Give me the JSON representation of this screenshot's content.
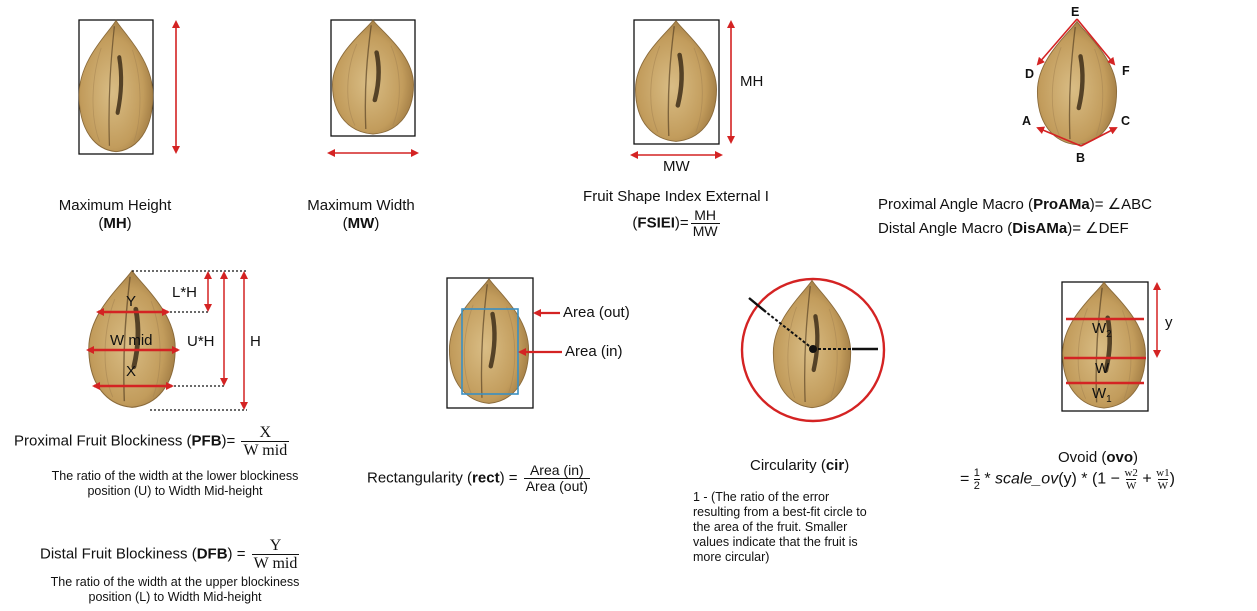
{
  "row1": {
    "mh": {
      "title": "Maximum Height",
      "abbr": "MH"
    },
    "mw": {
      "title": "Maximum Width",
      "abbr": "MW"
    },
    "fsiei": {
      "title": "Fruit Shape Index External I",
      "abbr": "FSIEI",
      "num": "MH",
      "den": "MW",
      "label_mh": "MH",
      "label_mw": "MW"
    },
    "angles": {
      "proximal_prefix": "Proximal Angle Macro (",
      "proximal_abbr": "ProAMa",
      "proximal_suffix": ")= ∠ABC",
      "distal_prefix": "Distal Angle Macro (",
      "distal_abbr": "DisAMa",
      "distal_suffix": ")= ∠DEF",
      "points": [
        "A",
        "B",
        "C",
        "D",
        "E",
        "F"
      ]
    }
  },
  "row2": {
    "block_labels": {
      "y": "Y",
      "wmid": "W mid",
      "x": "X",
      "lh": "L*H",
      "uh": "U*H",
      "h": "H"
    },
    "pfb": {
      "prefix": "Proximal Fruit Blockiness (",
      "abbr": "PFB",
      "suffix": ")=",
      "num": "X",
      "den": "W mid",
      "desc1": "The ratio of the width at the lower blockiness",
      "desc2": "position (U) to Width Mid-height"
    },
    "dfb": {
      "prefix": "Distal Fruit Blockiness (",
      "abbr": "DFB",
      "suffix": ") =",
      "num": "Y",
      "den": "W mid",
      "desc1": "The ratio of the width at the upper blockiness",
      "desc2": "position (L) to Width Mid-height"
    },
    "rect": {
      "label_out": "Area (out)",
      "label_in": "Area (in)",
      "prefix": "Rectangularity (",
      "abbr": "rect",
      "suffix": ") =",
      "num": "Area (in)",
      "den": "Area (out)"
    },
    "cir": {
      "prefix": "Circularity (",
      "abbr": "cir",
      "suffix": ")",
      "desc": [
        "1  -  (The  ratio  of  the  error",
        "resulting from a best-fit circle to",
        "the  area  of  the  fruit.  Smaller",
        "values  indicate  that  the  fruit  is",
        "more circular)"
      ]
    },
    "ovo": {
      "prefix": "Ovoid (",
      "abbr": "ovo",
      "suffix": ")",
      "eq": "= ",
      "half_num": "1",
      "half_den": "2",
      "mid": " * ",
      "func": "scale_ov",
      "arg": "(y) * (1 − ",
      "w2": "w2",
      "plus": " + ",
      "w1": "w1",
      "wden": "W",
      "close": ")",
      "labels": {
        "y": "y",
        "w2": "W",
        "w2sub": "2",
        "w": "W",
        "w1": "W",
        "w1sub": "1"
      }
    }
  },
  "colors": {
    "arrow": "#d42323",
    "box": "#111111",
    "inner_rect": "#3a8fc2",
    "nut": "#c8a56a",
    "nut_dark": "#8a6a3a"
  }
}
